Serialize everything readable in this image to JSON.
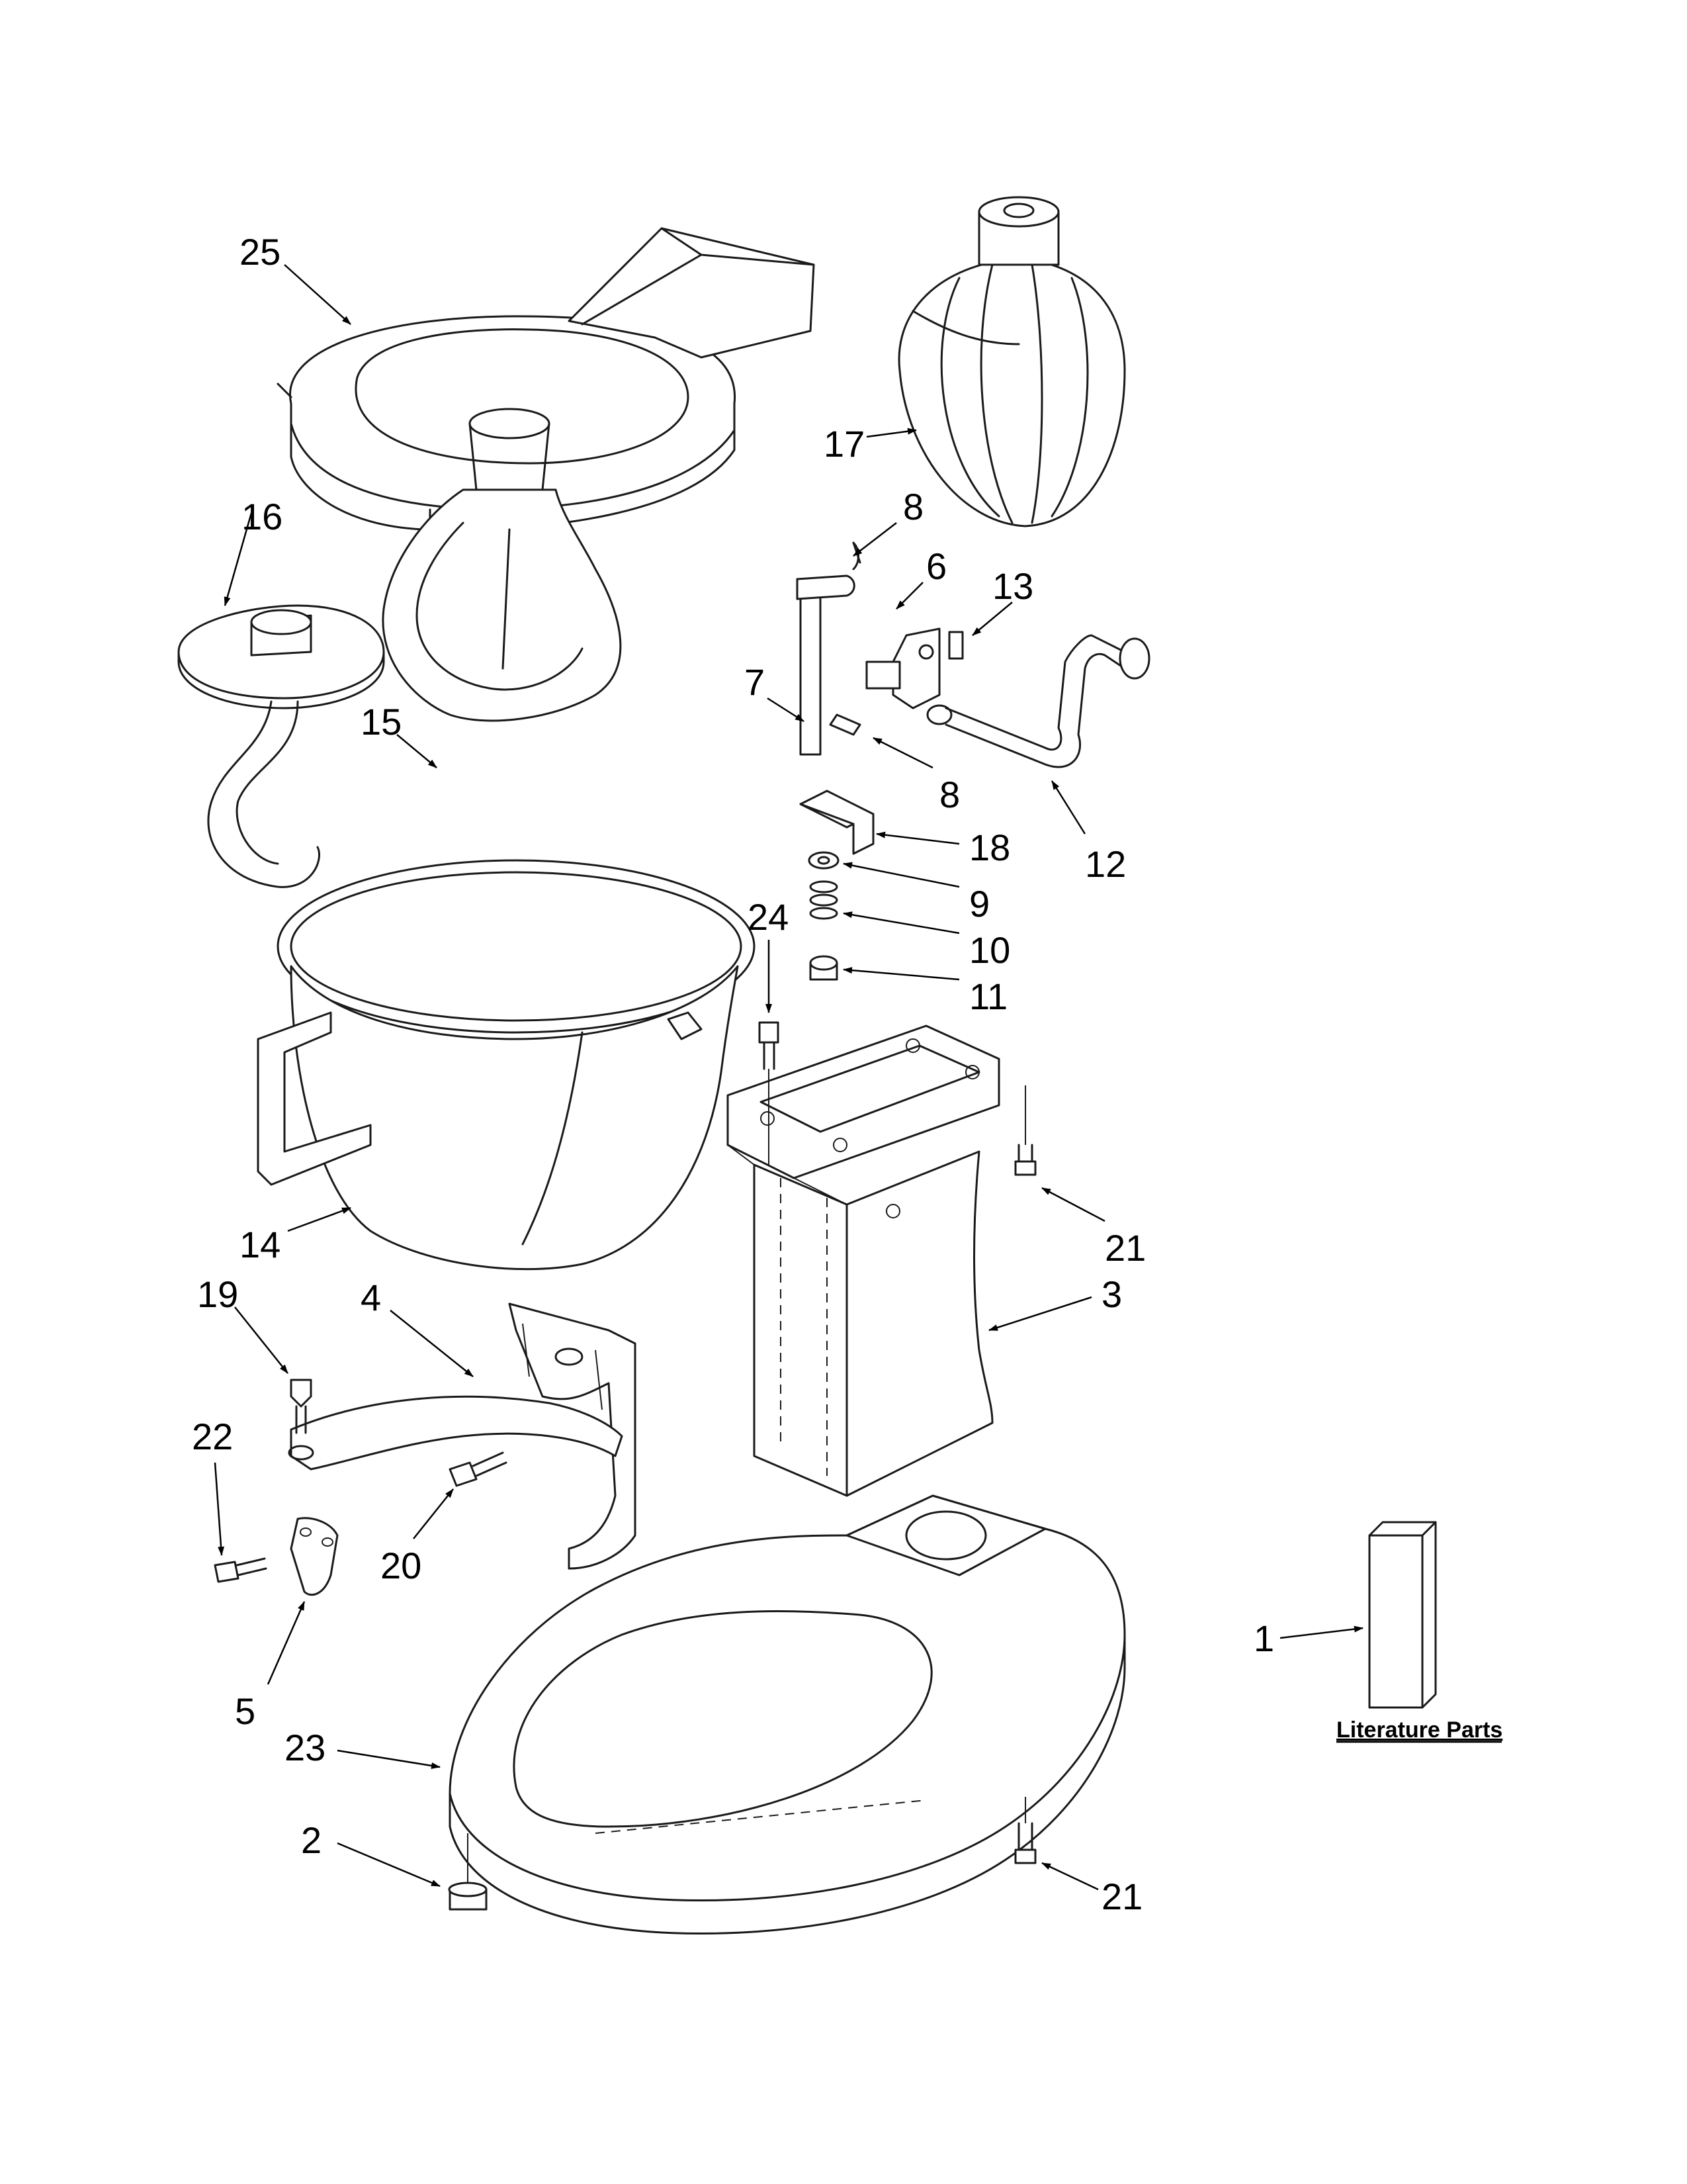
{
  "callouts": {
    "c1": "1",
    "c2": "2",
    "c3": "3",
    "c4": "4",
    "c5": "5",
    "c6": "6",
    "c7": "7",
    "c8a": "8",
    "c8b": "8",
    "c9": "9",
    "c10": "10",
    "c11": "11",
    "c12": "12",
    "c13": "13",
    "c14": "14",
    "c15": "15",
    "c16": "16",
    "c17": "17",
    "c18": "18",
    "c19": "19",
    "c20": "20",
    "c21a": "21",
    "c21b": "21",
    "c22": "22",
    "c23": "23",
    "c24": "24",
    "c25": "25"
  },
  "literature_label": "Literature Parts"
}
